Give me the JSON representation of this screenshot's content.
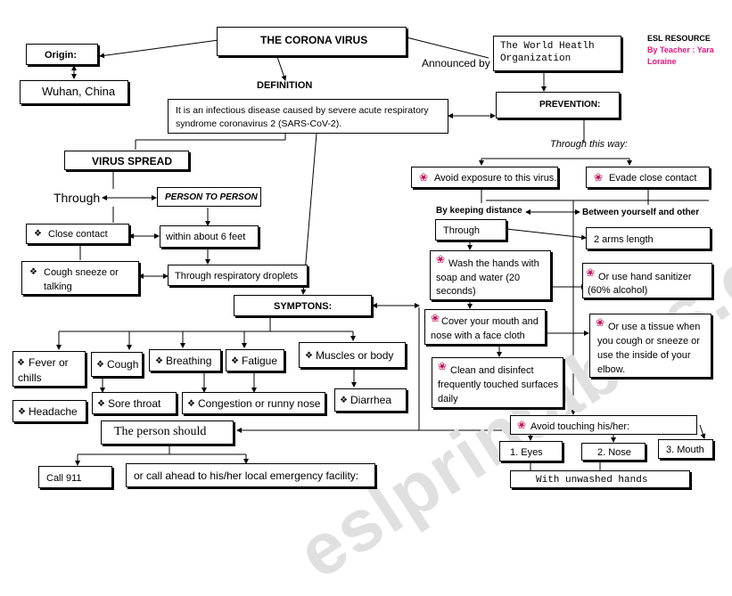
{
  "title": "THE CORONA VIRUS",
  "origin": {
    "label": "Origin:",
    "place": "Wuhan, China"
  },
  "announced_by": "Announced by",
  "who": [
    "The World Heatlh",
    "Organization"
  ],
  "esl": {
    "line1": "ESL RESOURCE",
    "line2": "By Teacher :   Yara",
    "line3": "Loraine"
  },
  "definition": {
    "label": "DEFINITION",
    "text": [
      "It is an infectious disease caused by severe acute respiratory",
      "syndrome coronavirus 2 (SARS-CoV-2)."
    ]
  },
  "prevention": {
    "label": "PREVENTION:",
    "through_way": "Through this way:"
  },
  "spread": {
    "label": "VIRUS SPREAD",
    "through": "Through",
    "person": "PERSON TO PERSON",
    "close_contact": "Close contact",
    "within": "within about 6 feet",
    "cough": [
      "Cough   sneeze   or",
      "talking"
    ],
    "droplets": "Through respiratory droplets"
  },
  "prev_items": {
    "avoid_exposure": "Avoid exposure to this virus.",
    "evade": "Evade close contact",
    "keeping_distance": "By keeping distance",
    "between": "Between yourself and other",
    "through": "Through",
    "arms": "2 arms length",
    "wash": [
      "Wash  the  hands  with",
      "soap    and    water   (20",
      "seconds)"
    ],
    "sanitizer": [
      "Or   use   hand   sanitizer",
      "(60% alcohol)"
    ],
    "cover": [
      "Cover your mouth and",
      "nose with a face cloth"
    ],
    "tissue": [
      "Or use a tissue when",
      "you cough or sneeze or",
      "use the inside of your",
      "elbow."
    ],
    "clean": [
      "Clean     and    disinfect",
      "frequently touched surfaces",
      "daily"
    ],
    "avoid_touch": "Avoid touching his/her:",
    "eyes": "1. Eyes",
    "nose": "2. Nose",
    "mouth": "3. Mouth",
    "unwashed": "With unwashed hands"
  },
  "symptoms": {
    "label": "SYMPTONS:",
    "fever": [
      "Fever or",
      "chills"
    ],
    "cough": "Cough",
    "breathing": "Breathing",
    "fatigue": "Fatigue",
    "muscles": "Muscles or body",
    "headache": "Headache",
    "sore": "Sore throat",
    "congestion": "Congestion or runny nose",
    "diarrhea": "Diarrhea"
  },
  "person_should": {
    "label": "The person should",
    "call": "Call 911",
    "call_ahead": "or call ahead to his/her local emergency facility:"
  },
  "watermark": "eslprintables.com",
  "bullet_diamond": "❖",
  "bullet_flower": "❀"
}
